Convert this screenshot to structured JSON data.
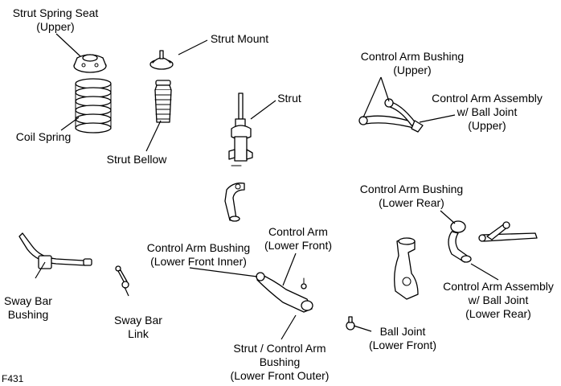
{
  "figure_id": "F431",
  "labels": {
    "strut_spring_seat": [
      "Strut Spring Seat",
      "(Upper)"
    ],
    "coil_spring": [
      "Coil Spring"
    ],
    "strut_mount": [
      "Strut Mount"
    ],
    "strut_bellow": [
      "Strut Bellow"
    ],
    "strut": [
      "Strut"
    ],
    "ca_bushing_upper": [
      "Control Arm Bushing",
      "(Upper)"
    ],
    "ca_assembly_upper": [
      "Control Arm Assembly",
      "w/ Ball Joint",
      "(Upper)"
    ],
    "ca_bushing_lower_rear": [
      "Control Arm Bushing",
      "(Lower Rear)"
    ],
    "control_arm_lower_front": [
      "Control Arm",
      "(Lower Front)"
    ],
    "ca_bushing_lower_front_inner": [
      "Control Arm Bushing",
      "(Lower Front Inner)"
    ],
    "sway_bar_bushing": [
      "Sway Bar",
      "Bushing"
    ],
    "sway_bar_link": [
      "Sway Bar",
      "Link"
    ],
    "strut_ca_bushing_lower_front_outer": [
      "Strut / Control Arm",
      "Bushing",
      "(Lower Front Outer)"
    ],
    "ball_joint_lower_front": [
      "Ball Joint",
      "(Lower Front)"
    ],
    "ca_assembly_lower_rear": [
      "Control Arm Assembly",
      "w/ Ball Joint",
      "(Lower Rear)"
    ]
  }
}
